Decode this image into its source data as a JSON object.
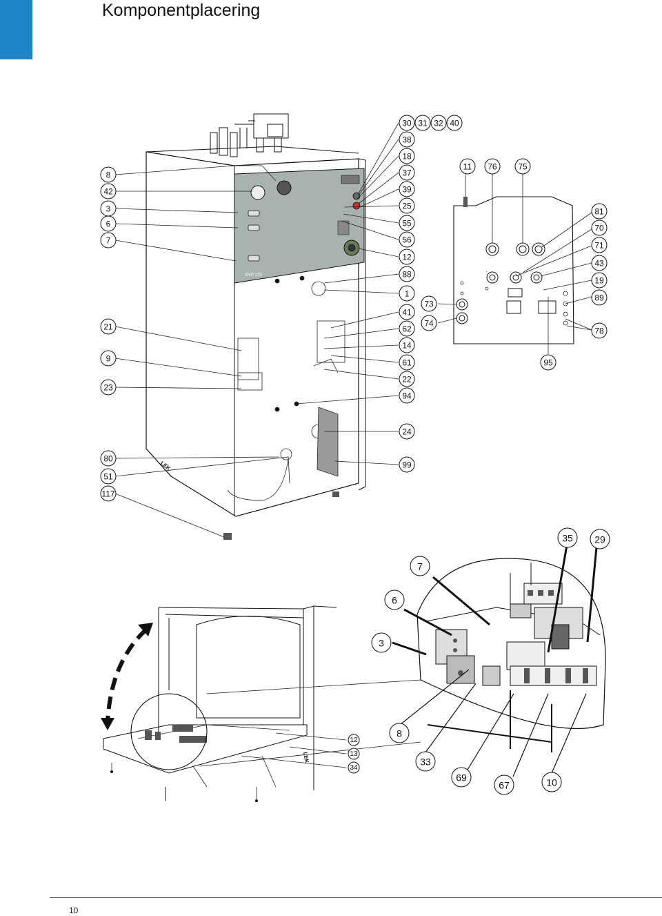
{
  "header": {
    "title": "Komponentplacering",
    "accent_color": "#1c86c6"
  },
  "footer": {
    "page_number": "10"
  },
  "panel": {
    "model_label": "EVP 270"
  },
  "bottom_label": "LEK",
  "callouts": {
    "main_left": [
      "8",
      "42",
      "3",
      "6",
      "7",
      "21",
      "9",
      "23",
      "80",
      "51",
      "117"
    ],
    "main_right": [
      "30",
      "31",
      "32",
      "40",
      "38",
      "18",
      "37",
      "39",
      "25",
      "55",
      "56",
      "12",
      "88",
      "1",
      "41",
      "62",
      "14",
      "61",
      "22",
      "94",
      "24",
      "99"
    ],
    "top_view": [
      "11",
      "76",
      "75",
      "81",
      "70",
      "71",
      "43",
      "19",
      "89",
      "78",
      "73",
      "74",
      "95"
    ],
    "detail": [
      "35",
      "29",
      "7",
      "6",
      "3",
      "8",
      "33",
      "69",
      "67",
      "10"
    ],
    "drawer": [
      "12",
      "13",
      "34"
    ]
  },
  "icons": [
    "blue-tab-marker",
    "curved-arrow-icon"
  ]
}
